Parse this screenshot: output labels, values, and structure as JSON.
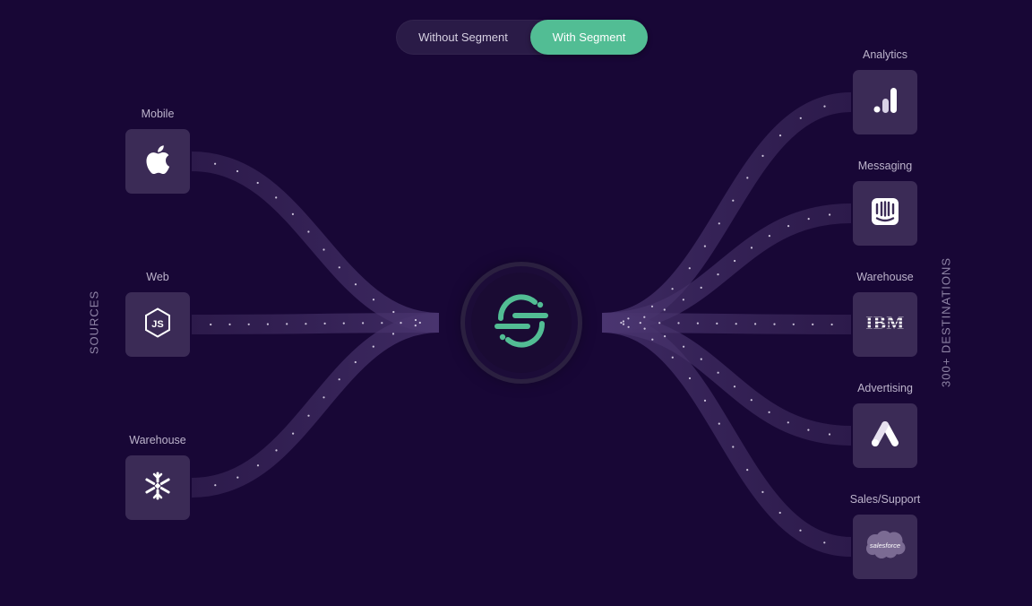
{
  "toggle": {
    "without_label": "Without Segment",
    "with_label": "With Segment",
    "selected": "With Segment"
  },
  "sources": {
    "side_label": "SOURCES",
    "items": [
      {
        "label": "Mobile",
        "icon": "apple-icon"
      },
      {
        "label": "Web",
        "icon": "nodejs-icon"
      },
      {
        "label": "Warehouse",
        "icon": "snowflake-icon"
      }
    ]
  },
  "destinations": {
    "side_label": "300+ DESTINATIONS",
    "items": [
      {
        "label": "Analytics",
        "icon": "analytics-bars-icon"
      },
      {
        "label": "Messaging",
        "icon": "intercom-icon"
      },
      {
        "label": "Warehouse",
        "icon": "ibm-icon",
        "logo_text": "IBM"
      },
      {
        "label": "Advertising",
        "icon": "google-ads-icon"
      },
      {
        "label": "Sales/Support",
        "icon": "salesforce-icon",
        "logo_text": "salesforce"
      }
    ]
  },
  "hub": {
    "icon": "segment-logo-icon"
  },
  "colors": {
    "background": "#180736",
    "tile": "#3b2b56",
    "accent": "#52bd94",
    "label": "#bdb4cc",
    "side_label": "#8e83a5"
  }
}
